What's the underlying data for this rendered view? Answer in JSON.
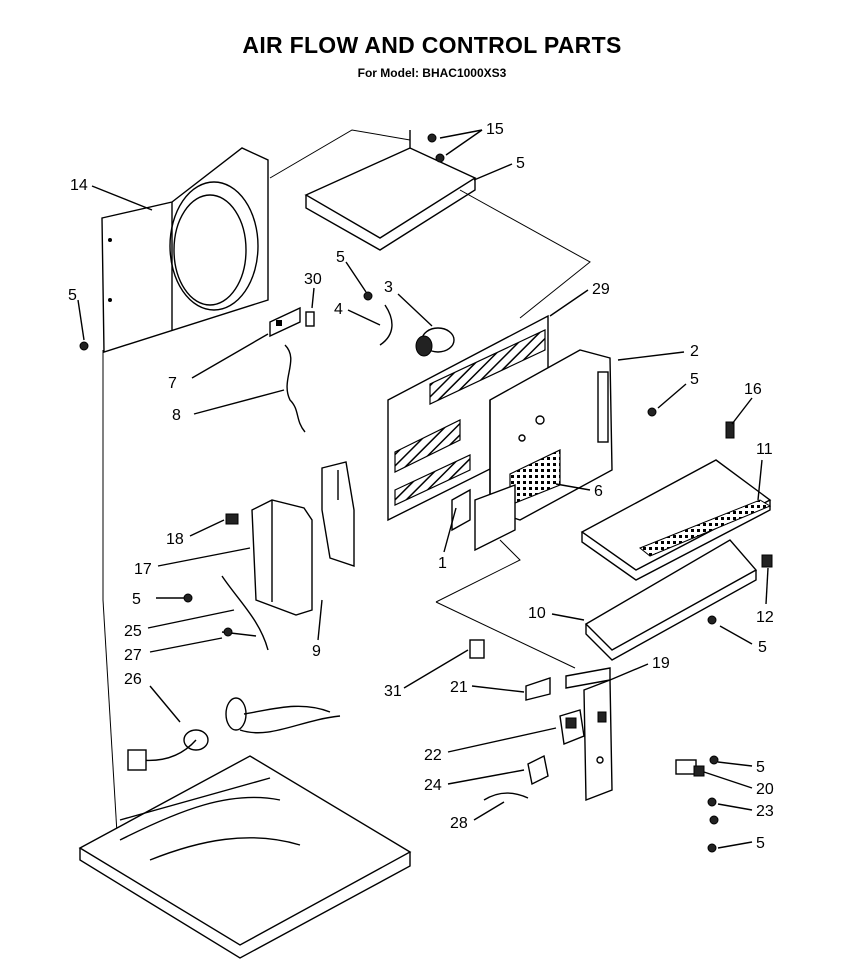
{
  "diagram": {
    "title": "AIR FLOW AND CONTROL PARTS",
    "model_line": "For Model: BHAC1000XS3",
    "callouts": [
      {
        "id": "c14",
        "text": "14"
      },
      {
        "id": "c5a",
        "text": "5"
      },
      {
        "id": "c15",
        "text": "15"
      },
      {
        "id": "c5b",
        "text": "5"
      },
      {
        "id": "c30",
        "text": "30"
      },
      {
        "id": "c5c",
        "text": "5"
      },
      {
        "id": "c3",
        "text": "3"
      },
      {
        "id": "c29",
        "text": "29"
      },
      {
        "id": "c4",
        "text": "4"
      },
      {
        "id": "c2",
        "text": "2"
      },
      {
        "id": "c7",
        "text": "7"
      },
      {
        "id": "c5d",
        "text": "5"
      },
      {
        "id": "c16",
        "text": "16"
      },
      {
        "id": "c8",
        "text": "8"
      },
      {
        "id": "c11",
        "text": "11"
      },
      {
        "id": "c6",
        "text": "6"
      },
      {
        "id": "c18",
        "text": "18"
      },
      {
        "id": "c1",
        "text": "1"
      },
      {
        "id": "c17",
        "text": "17"
      },
      {
        "id": "c5e",
        "text": "5"
      },
      {
        "id": "c12",
        "text": "12"
      },
      {
        "id": "c10",
        "text": "10"
      },
      {
        "id": "c25",
        "text": "25"
      },
      {
        "id": "c9",
        "text": "9"
      },
      {
        "id": "c5f",
        "text": "5"
      },
      {
        "id": "c27",
        "text": "27"
      },
      {
        "id": "c19",
        "text": "19"
      },
      {
        "id": "c26",
        "text": "26"
      },
      {
        "id": "c31",
        "text": "31"
      },
      {
        "id": "c21",
        "text": "21"
      },
      {
        "id": "c22",
        "text": "22"
      },
      {
        "id": "c5g",
        "text": "5"
      },
      {
        "id": "c24",
        "text": "24"
      },
      {
        "id": "c20",
        "text": "20"
      },
      {
        "id": "c23",
        "text": "23"
      },
      {
        "id": "c28",
        "text": "28"
      },
      {
        "id": "c5h",
        "text": "5"
      }
    ]
  }
}
